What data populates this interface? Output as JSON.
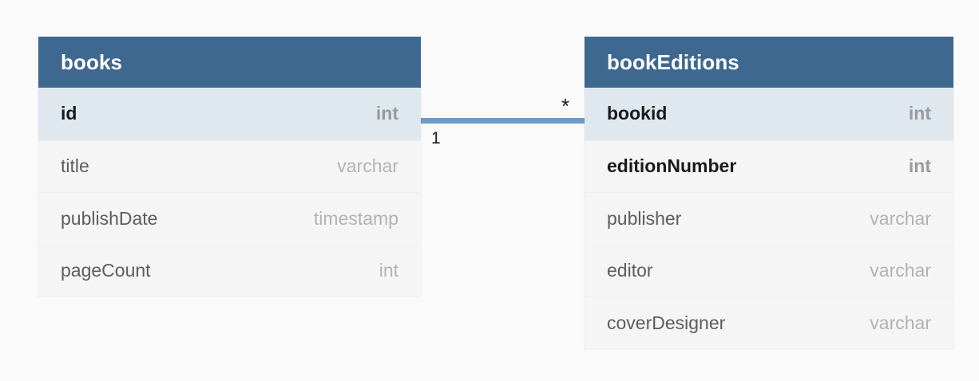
{
  "diagram": {
    "type": "entity-relationship-diagram",
    "background_color": "#fafafa",
    "header_color": "#3f6890",
    "key_row_color": "#dfe8ef",
    "row_color": "#f5f5f5",
    "relationship_line_color": "#6e9bc5"
  },
  "entities": [
    {
      "name": "books",
      "attributes": [
        {
          "name": "id",
          "type": "int",
          "key": true,
          "bold": true
        },
        {
          "name": "title",
          "type": "varchar",
          "key": false,
          "bold": false
        },
        {
          "name": "publishDate",
          "type": "timestamp",
          "key": false,
          "bold": false
        },
        {
          "name": "pageCount",
          "type": "int",
          "key": false,
          "bold": false
        }
      ]
    },
    {
      "name": "bookEditions",
      "attributes": [
        {
          "name": "bookid",
          "type": "int",
          "key": true,
          "bold": true
        },
        {
          "name": "editionNumber",
          "type": "int",
          "key": false,
          "bold": true
        },
        {
          "name": "publisher",
          "type": "varchar",
          "key": false,
          "bold": false
        },
        {
          "name": "editor",
          "type": "varchar",
          "key": false,
          "bold": false
        },
        {
          "name": "coverDesigner",
          "type": "varchar",
          "key": false,
          "bold": false
        }
      ]
    }
  ],
  "relationship": {
    "from": "books",
    "to": "bookEditions",
    "source_cardinality": "1",
    "target_cardinality": "*"
  }
}
